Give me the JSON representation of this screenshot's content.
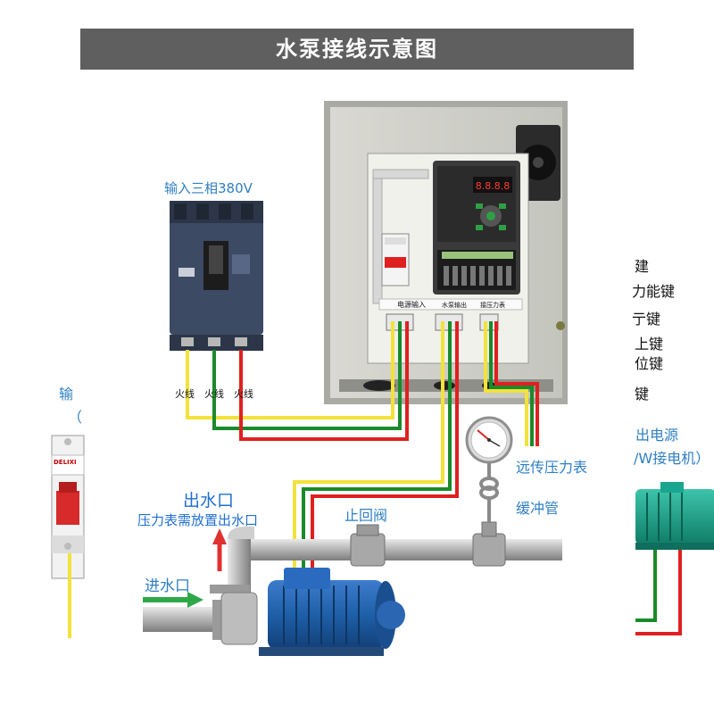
{
  "title": "水泵接线示意图",
  "labels": {
    "input_three_phase": "输入三相380V",
    "live_wire": [
      "火线",
      "火线",
      "火线"
    ],
    "left_cut_line1": "输",
    "left_cut_line2": "（",
    "breaker_brand": "DELIXI",
    "outlet_title": "出水口",
    "outlet_note": "压力表需放置出水口",
    "inlet": "进水口",
    "check_valve": "止回阀",
    "remote_gauge": "远传压力表",
    "buffer_tube": "缓冲管",
    "terminal_power_in": "电源输入",
    "terminal_pump_out": "水泵输出",
    "terminal_pressure": "接压力表",
    "right_keys": [
      "建",
      "力能键",
      "亍键",
      "上键",
      "位键",
      "键"
    ],
    "right_output_line1": "出电源",
    "right_output_line2": "/W接电机）",
    "display_value": "8.8.8.8"
  },
  "colors": {
    "title_bg": "#5f5f5f",
    "label_blue": "#2f7fc3",
    "outlet_blue": "#1f6fd0",
    "wire_yellow": "#f2e23a",
    "wire_green": "#1b8a2a",
    "wire_red": "#e02020",
    "cabinet_body": "#cfd0c8",
    "pump_motor": "#1e5fa8",
    "green_motor": "#1aa58e",
    "arrow_red": "#e03030",
    "arrow_green": "#2fa84a"
  }
}
